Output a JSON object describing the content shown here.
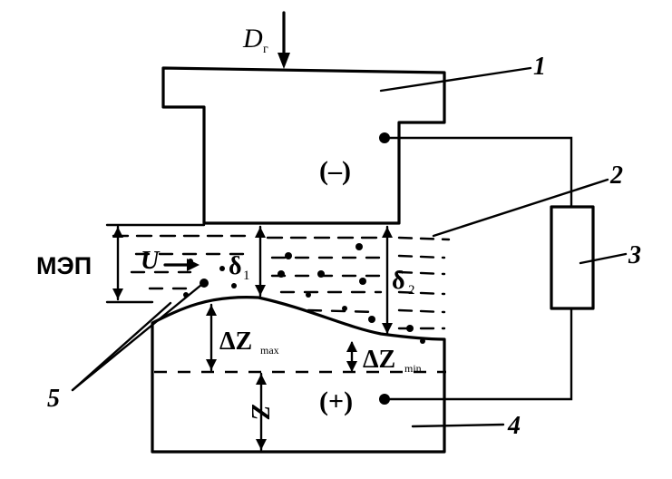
{
  "labels": {
    "force": "D",
    "force_sub": "г",
    "part_1": "1",
    "part_2": "2",
    "part_3": "3",
    "part_4": "4",
    "part_5": "5",
    "cathode_sign": "(–)",
    "anode_sign": "(+)",
    "gap_label": "МЭП",
    "velocity": "U",
    "delta": "δ",
    "delta1_sub": "1",
    "delta2_sub": "2",
    "dz": "ΔZ",
    "dz_max_sub": "max",
    "dz_min_sub": "min",
    "z": "Z"
  }
}
